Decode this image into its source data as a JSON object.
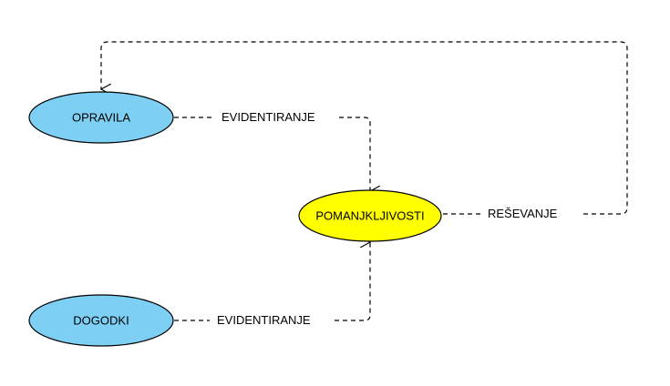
{
  "nodes": {
    "opravila": {
      "label": "OPRAVILA",
      "fill": "#7ecff4"
    },
    "pomanjkljivosti": {
      "label": "POMANJKLJIVOSTI",
      "fill": "#ffff00"
    },
    "dogodki": {
      "label": "DOGODKI",
      "fill": "#7ecff4"
    }
  },
  "edges": {
    "opravila_to_pomanjkljivosti": {
      "label": "EVIDENTIRANJE"
    },
    "dogodki_to_pomanjkljivosti": {
      "label": "EVIDENTIRANJE"
    },
    "pomanjkljivosti_to_opravila": {
      "label": "REŠEVANJE"
    }
  },
  "colors": {
    "stroke": "#000000",
    "background": "#ffffff"
  }
}
